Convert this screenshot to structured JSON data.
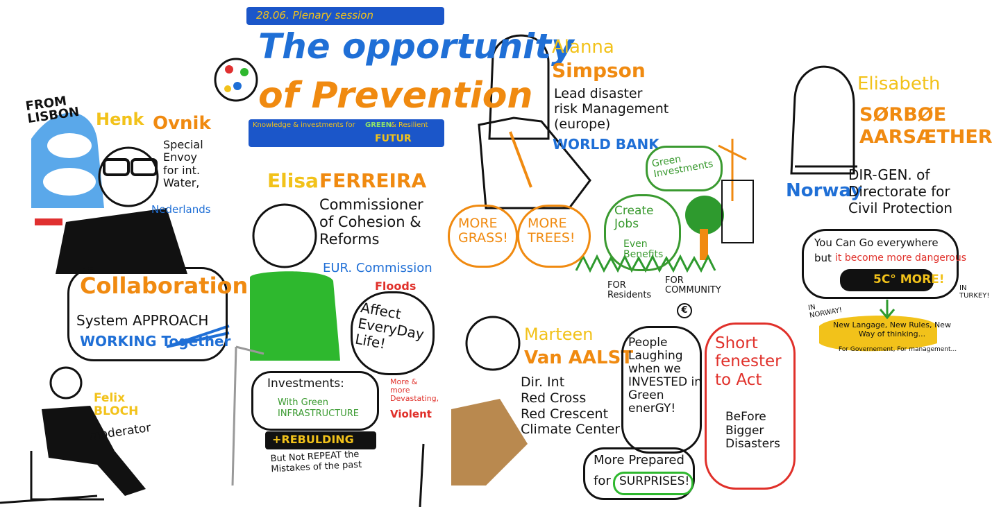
{
  "header": {
    "session": "28.06. Plenary session",
    "title_line1": "The opportunity",
    "title_line2": "of Prevention",
    "subtitle_a": "Knowledge & investments for",
    "subtitle_green": "GREEN",
    "subtitle_b": "& Resilient",
    "subtitle_futur": "FUTUR"
  },
  "henk": {
    "from": "FROM\nLISBON",
    "first": "Henk",
    "last": "Ovnik",
    "role": "Special\nEnvoy\nfor int.\nWater,",
    "country": "Nederlands",
    "key": "Collaboration",
    "line1": "System APPROACH",
    "line2": "WORKING Together"
  },
  "felix": {
    "name": "Felix\nBLOCH",
    "role": "moderator"
  },
  "elisa": {
    "first": "Elisa",
    "last": "FERREIRA",
    "role": "Commissioner\nof Cohesion &\nReforms",
    "org": "EUR. Commission",
    "floods": "Floods",
    "bubble": "Affect\nEveryDay\nLife!",
    "violent_a": "More &\nmore\nDevastating,",
    "violent_b": "Violent",
    "invest_title": "Investments:",
    "invest_green": "With Green\nINFRASTRUCTURE",
    "rebuild": "+REBULDING",
    "not_repeat": "But Not REPEAT the\nMistakes of the past"
  },
  "alanna": {
    "first": "Alanna",
    "last": "Simpson",
    "role": "Lead disaster\nrisk Management\n(europe)",
    "org": "WORLD BANK",
    "grass": "MORE\nGRASS!",
    "trees": "MORE\nTREES!",
    "green_inv": "Green\nInvestments",
    "create_jobs": "Create\nJobs",
    "even": "Even\nBenefits",
    "residents": "FOR\nResidents",
    "community": "FOR\nCOMMUNITY",
    "euro": "€"
  },
  "marteen": {
    "first": "Marteen",
    "last": "Van AALST",
    "role": "Dir. Int\nRed Cross\nRed Crescent\nClimate Center",
    "bubble": "People\nLaughing\nwhen we\nINVESTED in\nGreen\nenerGY!",
    "short": "Short\nfenester\nto Act",
    "before": "BeFore\nBigger\nDisasters",
    "prepared_a": "More Prepared",
    "prepared_b": "for",
    "surprises": "SURPRISES!"
  },
  "elisabeth": {
    "first": "Elisabeth",
    "last": "SØRBØE\nAARSÆTHER",
    "country": "Norway",
    "role": "DIR-GEN. of\nDirectorate for\nCivil Protection",
    "bubble_a": "You Can Go everywhere",
    "bubble_b": "but",
    "bubble_red": "it become more dangerous",
    "temp": "5C° MORE!",
    "in_norway": "IN\nNORWAY!",
    "in_turkey": "IN\nTURKEY!",
    "new_ways": "New Langage, New Rules, New\nWay of thinking...",
    "footer": "For Governement, For management..."
  },
  "colors": {
    "orange": "#f08a10",
    "yellow": "#f2c21a",
    "blue": "#1f6fd6",
    "green": "#3a9a30",
    "red": "#e0302a",
    "banner": "#1b56c9"
  }
}
